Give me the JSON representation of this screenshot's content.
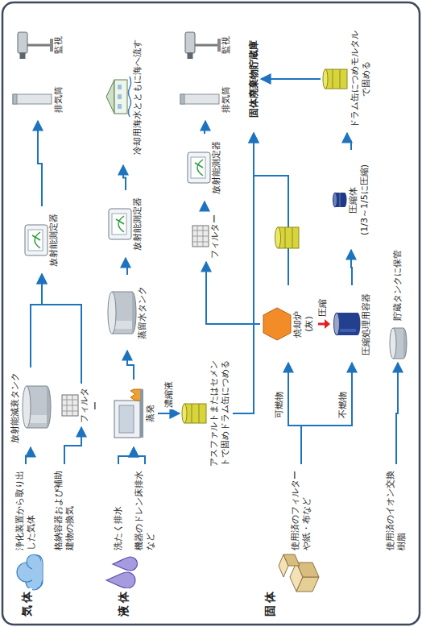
{
  "diagram": {
    "nodes": [
      {
        "text": [
          "浄化装置から取り出した気体"
        ]
      },
      {
        "text": [
          "格納容器および補助建物の換気"
        ]
      },
      {
        "text": [
          "放射能減衰タンク"
        ]
      },
      {
        "text": [
          "フィルター"
        ]
      },
      {
        "text": [
          "放射能測定器"
        ]
      },
      {
        "text": [
          "排気筒"
        ]
      },
      {
        "text": [
          "監視"
        ]
      },
      {
        "text": [
          "洗たく排水"
        ]
      },
      {
        "text": [
          "機器のドレン床排水など"
        ]
      },
      {
        "text": [
          "蒸発"
        ]
      },
      {
        "text": [
          "蒸留水タンク"
        ]
      },
      {
        "text": [
          "放射能測定器"
        ]
      },
      {
        "text": [
          "冷却用海水とともに海へ流す"
        ]
      },
      {
        "text": [
          "アスファルトまたはセメントで固めドラム缶につめる"
        ]
      },
      {
        "text": [
          "焼却炉",
          "(灰)"
        ]
      },
      {
        "text": [
          "フィルター"
        ]
      },
      {
        "text": [
          "放射能測定器"
        ]
      },
      {
        "text": [
          "排気筒"
        ]
      },
      {
        "text": [
          "監視"
        ]
      },
      {
        "text": [
          "使用済のフィルターや紙・布など"
        ]
      },
      {
        "text": [
          "圧縮処理用容器"
        ]
      },
      {
        "text": [
          "圧縮体",
          "(1/3～1/5に圧縮)"
        ]
      },
      {
        "text": [
          "ドラム缶につめモルタルで固める"
        ]
      },
      {
        "text": [
          "固体廃棄物貯蔵庫"
        ]
      },
      {
        "text": [
          "使用済のイオン交換樹脂"
        ]
      },
      {
        "text": [
          "貯蔵タンクに保管"
        ]
      }
    ],
    "edges": [
      {
        "from": 0,
        "to": 2,
        "arrow": "to"
      },
      {
        "from": 2,
        "to": 4,
        "arrow": "to"
      },
      {
        "from": 1,
        "to": 3,
        "arrow": "to"
      },
      {
        "from": 3,
        "to": 4,
        "arrow": "to"
      },
      {
        "from": 4,
        "to": 5,
        "arrow": "to"
      },
      {
        "from": 7,
        "to": 9,
        "arrow": "to"
      },
      {
        "from": 8,
        "to": 9,
        "arrow": "to"
      },
      {
        "from": 9,
        "to": 10,
        "arrow": "to"
      },
      {
        "from": 10,
        "to": 11,
        "arrow": "to"
      },
      {
        "from": 11,
        "to": 12,
        "arrow": "to"
      },
      {
        "from": 9,
        "to": 13,
        "label": "濃縮液",
        "arrow": "to"
      },
      {
        "from": 13,
        "to": 23,
        "arrow": "to"
      },
      {
        "from": 19,
        "to": 14,
        "arrow": "to"
      },
      {
        "from": 19,
        "to": 20,
        "arrow": "to"
      },
      {
        "from": 14,
        "to": 15,
        "arrow": "to"
      },
      {
        "from": 15,
        "to": 16,
        "arrow": "to"
      },
      {
        "from": 16,
        "to": 17,
        "arrow": "to"
      },
      {
        "from": 14,
        "to": 23,
        "arrow": "to"
      },
      {
        "from": 20,
        "to": 21,
        "arrow": "to"
      },
      {
        "from": 21,
        "to": 22,
        "arrow": "to"
      },
      {
        "from": 22,
        "to": 23,
        "arrow": "to"
      },
      {
        "from": 24,
        "to": 25,
        "arrow": "to"
      }
    ],
    "labels": [
      "気体",
      "液体",
      "固体",
      "可燃物",
      "不燃物",
      "圧縮"
    ]
  }
}
